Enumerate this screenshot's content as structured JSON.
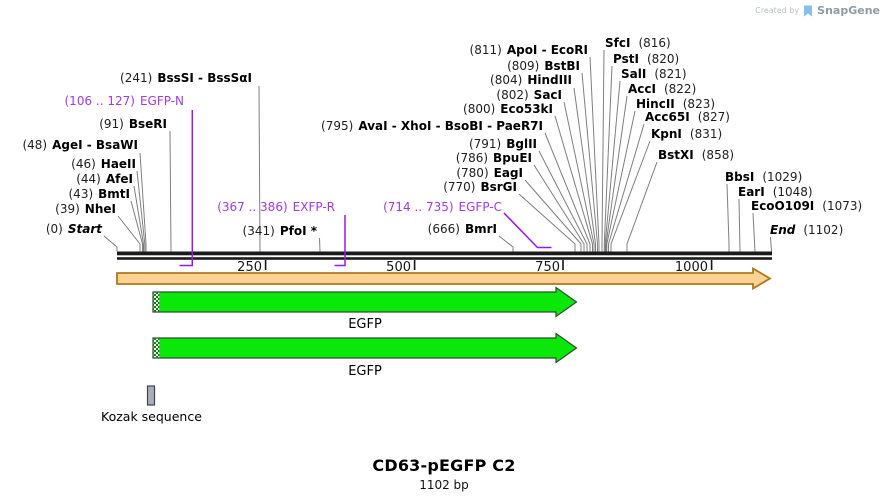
{
  "watermark": {
    "created_by": "Created by",
    "brand": "SnapGene"
  },
  "title": {
    "name": "CD63-pEGFP C2",
    "length": "1102 bp"
  },
  "map": {
    "ruler": {
      "ticks": [
        "250",
        "500",
        "750",
        "1000"
      ]
    },
    "features": [
      {
        "label": "EGFP"
      },
      {
        "label": "EGFP"
      }
    ],
    "kozak": {
      "label": "Kozak sequence"
    },
    "sites": [
      {
        "num": "(0)",
        "name": "Start"
      },
      {
        "num": "(39)",
        "name": "NheI"
      },
      {
        "num": "(43)",
        "name": "BmtI"
      },
      {
        "num": "(44)",
        "name": "AfeI"
      },
      {
        "num": "(46)",
        "name": "HaeII"
      },
      {
        "num": "(48)",
        "name": "AgeI - BsaWI"
      },
      {
        "num": "(91)",
        "name": "BseRI"
      },
      {
        "num": "(106 .. 127)",
        "name": "EGFP-N"
      },
      {
        "num": "(241)",
        "name": "BssSI - BssSαI"
      },
      {
        "num": "(341)",
        "name": "PfoI *"
      },
      {
        "num": "(367 .. 386)",
        "name": "EXFP-R"
      },
      {
        "num": "(666)",
        "name": "BmrI"
      },
      {
        "num": "(714 .. 735)",
        "name": "EGFP-C"
      },
      {
        "num": "(770)",
        "name": "BsrGI"
      },
      {
        "num": "(780)",
        "name": "EagI"
      },
      {
        "num": "(786)",
        "name": "BpuEI"
      },
      {
        "num": "(791)",
        "name": "BglII"
      },
      {
        "num": "(795)",
        "name": "AvaI - XhoI - BsoBI - PaeR7I"
      },
      {
        "num": "(800)",
        "name": "Eco53kI"
      },
      {
        "num": "(802)",
        "name": "SacI"
      },
      {
        "num": "(804)",
        "name": "HindIII"
      },
      {
        "num": "(809)",
        "name": "BstBI"
      },
      {
        "num": "(811)",
        "name": "ApoI - EcoRI"
      },
      {
        "num": "(816)",
        "name": "SfcI"
      },
      {
        "num": "(820)",
        "name": "PstI"
      },
      {
        "num": "(821)",
        "name": "SalI"
      },
      {
        "num": "(822)",
        "name": "AccI"
      },
      {
        "num": "(823)",
        "name": "HincII"
      },
      {
        "num": "(827)",
        "name": "Acc65I"
      },
      {
        "num": "(831)",
        "name": "KpnI"
      },
      {
        "num": "(858)",
        "name": "BstXI"
      },
      {
        "num": "(1029)",
        "name": "BbsI"
      },
      {
        "num": "(1048)",
        "name": "EarI"
      },
      {
        "num": "(1073)",
        "name": "EcoO109I"
      },
      {
        "num": "(1102)",
        "name": "End"
      }
    ]
  },
  "colors": {
    "primer_purple": "#a23ae6",
    "callout_gray": "#7f7f7f",
    "feature_green": "#0ae80a",
    "backbone_fill": "#fbd293",
    "backbone_outline": "#a9791b",
    "kozak_gray": "#a9aeb8",
    "brand_blue": "#87beea"
  }
}
